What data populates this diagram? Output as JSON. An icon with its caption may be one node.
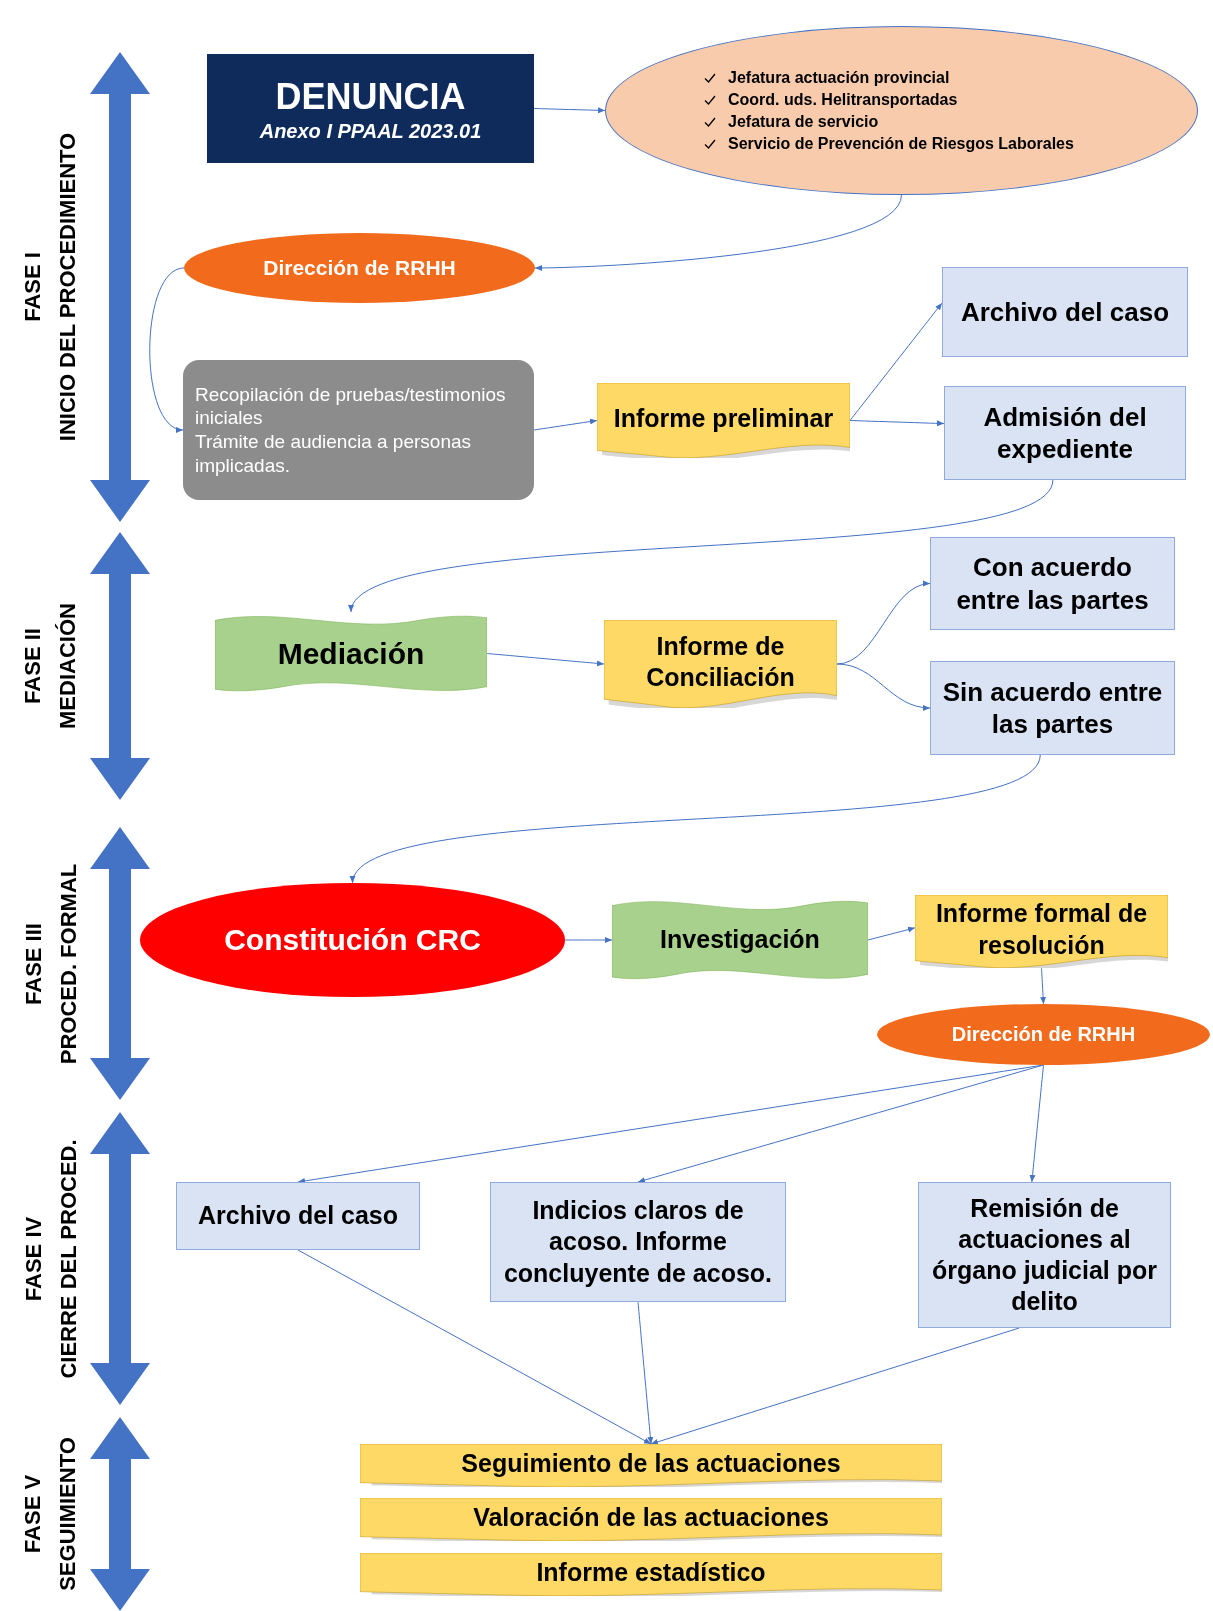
{
  "diagram": {
    "nodes": [
      {
        "text": [
          "DENUNCIA",
          "Anexo I PPAAL 2023.01"
        ]
      },
      {
        "text": [
          "Jefatura actuación provincial",
          "Coord. uds. Helitransportadas",
          "Jefatura de servicio",
          "Servicio de Prevención de Riesgos Laborales"
        ]
      },
      {
        "text": [
          "Dirección de RRHH"
        ]
      },
      {
        "text": [
          "Recopilación de pruebas/testimonios iniciales",
          "Trámite de audiencia a personas implicadas."
        ]
      },
      {
        "text": [
          "Informe preliminar"
        ]
      },
      {
        "text": [
          "Archivo del caso"
        ]
      },
      {
        "text": [
          "Admisión del expediente"
        ]
      },
      {
        "text": [
          "Mediación"
        ]
      },
      {
        "text": [
          "Informe de Conciliación"
        ]
      },
      {
        "text": [
          "Con acuerdo entre las partes"
        ]
      },
      {
        "text": [
          "Sin acuerdo entre las partes"
        ]
      },
      {
        "text": [
          "Constitución CRC"
        ]
      },
      {
        "text": [
          "Investigación"
        ]
      },
      {
        "text": [
          "Informe formal de resolución"
        ]
      },
      {
        "text": [
          "Dirección de RRHH"
        ]
      },
      {
        "text": [
          "Archivo del caso"
        ]
      },
      {
        "text": [
          "Indicios claros de acoso. Informe concluyente de acoso."
        ]
      },
      {
        "text": [
          "Remisión de actuaciones al órgano judicial por delito"
        ]
      },
      {
        "text": [
          "Seguimiento de las actuaciones"
        ]
      },
      {
        "text": [
          "Valoración de las actuaciones"
        ]
      },
      {
        "text": [
          "Informe estadístico"
        ]
      }
    ],
    "edges": [
      {
        "from": 0,
        "to": 1,
        "arrow": "to"
      },
      {
        "from": 1,
        "to": 2,
        "arrow": "to"
      },
      {
        "from": 2,
        "to": 3,
        "arrow": "to"
      },
      {
        "from": 3,
        "to": 4,
        "arrow": "to"
      },
      {
        "from": 4,
        "to": 5,
        "arrow": "to"
      },
      {
        "from": 4,
        "to": 6,
        "arrow": "to"
      },
      {
        "from": 6,
        "to": 7,
        "arrow": "to"
      },
      {
        "from": 7,
        "to": 8,
        "arrow": "to"
      },
      {
        "from": 8,
        "to": 9,
        "arrow": "to"
      },
      {
        "from": 8,
        "to": 10,
        "arrow": "to"
      },
      {
        "from": 10,
        "to": 11,
        "arrow": "to"
      },
      {
        "from": 11,
        "to": 12,
        "arrow": "to"
      },
      {
        "from": 12,
        "to": 13,
        "arrow": "to"
      },
      {
        "from": 13,
        "to": 14,
        "arrow": "to"
      },
      {
        "from": 14,
        "to": 15,
        "arrow": "to"
      },
      {
        "from": 14,
        "to": 16,
        "arrow": "to"
      },
      {
        "from": 14,
        "to": 17,
        "arrow": "to"
      },
      {
        "from": 15,
        "to": 18,
        "arrow": "to"
      },
      {
        "from": 16,
        "to": 18,
        "arrow": "to"
      },
      {
        "from": 17,
        "to": 18,
        "arrow": "to"
      }
    ],
    "labels": [
      "FASE I",
      "INICIO DEL PROCEDIMIENTO",
      "FASE II",
      "MEDIACIÓN",
      "FASE III",
      "PROCED. FORMAL",
      "FASE IV",
      "CIERRE DEL PROCED.",
      "FASE V",
      "SEGUIMIENTO"
    ]
  }
}
